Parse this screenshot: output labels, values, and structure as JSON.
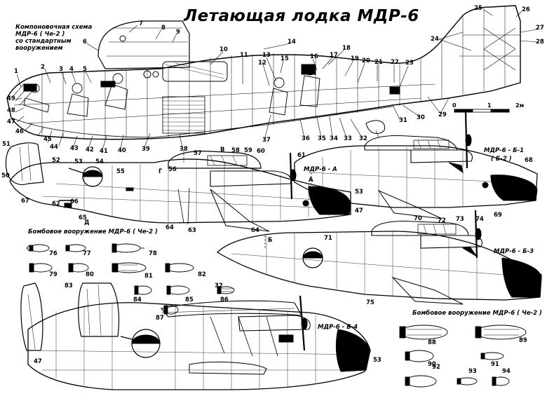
{
  "title": "Летающая лодка МДР-6",
  "caption_layout": [
    "Компоновочная схема",
    "МДР-6 ( Че-2 )",
    "со стандартным",
    "вооружением"
  ],
  "variants": {
    "a": "МДР-6 - А",
    "b1_line1": "МДР-6 - Б-1",
    "b1_line2": "( Б-2 )",
    "b3": "МДР-6 - Б-3",
    "b4": "МДР-6 - Б-4"
  },
  "bomb_headings": {
    "left": "Бомбовое вооружение МДР-6 ( Че-2 )",
    "right": "Бомбовое вооружение МДР-6 ( Че-2 )"
  },
  "scale": {
    "ticks": [
      "0",
      "1",
      "2м"
    ]
  },
  "section_letters": [
    "В",
    "Г",
    "Д",
    "А",
    "Б"
  ],
  "callouts": [
    "1",
    "2",
    "3",
    "4",
    "5",
    "6",
    "7",
    "8",
    "9",
    "10",
    "11",
    "12",
    "13",
    "14",
    "15",
    "16",
    "17",
    "18",
    "19",
    "20",
    "21",
    "22",
    "23",
    "24",
    "25",
    "26",
    "27",
    "28",
    "29",
    "30",
    "31",
    "32",
    "33",
    "34",
    "35",
    "36",
    "37",
    "38",
    "39",
    "40",
    "41",
    "42",
    "43",
    "44",
    "45",
    "46",
    "47",
    "48",
    "49",
    "50",
    "51",
    "52",
    "53",
    "54",
    "55",
    "56",
    "57",
    "58",
    "59",
    "60",
    "61",
    "62",
    "63",
    "64",
    "65",
    "66",
    "67",
    "68",
    "69",
    "70",
    "71",
    "72",
    "73",
    "74",
    "75",
    "76",
    "77",
    "78",
    "79",
    "80",
    "81",
    "82",
    "83",
    "84",
    "85",
    "86",
    "87",
    "88",
    "89",
    "90",
    "91",
    "92",
    "93",
    "94",
    "47",
    "53",
    "32",
    "64",
    "53",
    "47"
  ]
}
